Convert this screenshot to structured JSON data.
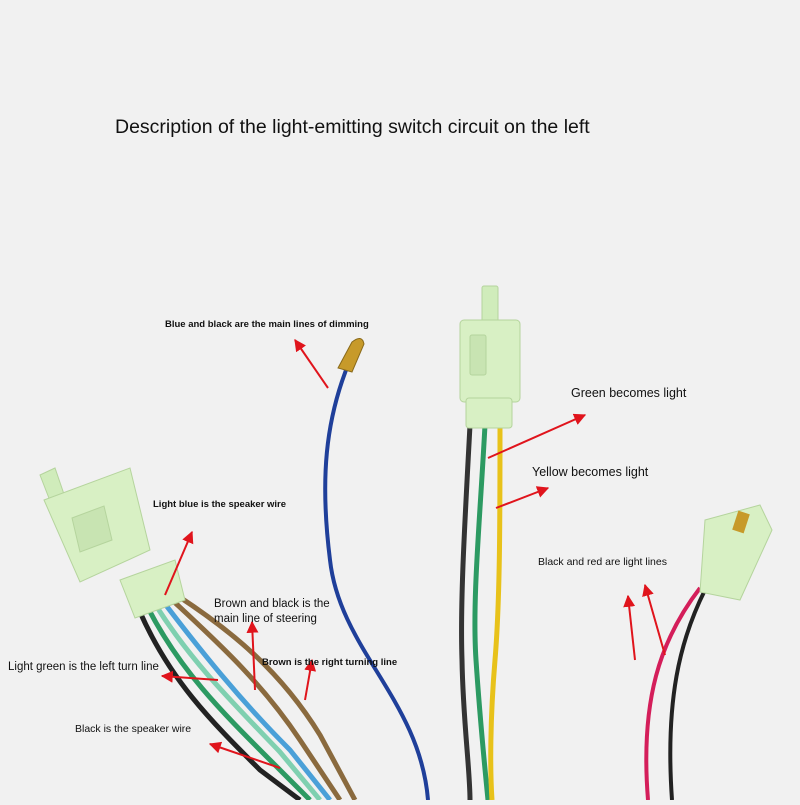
{
  "title": "Description of the light-emitting switch circuit on the left",
  "labels": {
    "dimming": "Blue and black are the main lines of dimming",
    "green_light": "Green becomes light",
    "yellow_light": "Yellow becomes light",
    "black_red": "Black and red are light lines",
    "light_blue": "Light blue is the speaker wire",
    "brown_black_1": "Brown and black is the",
    "brown_black_2": "main line of steering",
    "brown_right": "Brown is the right turning line",
    "light_green": "Light green is the left turn line",
    "black_speaker": "Black is the speaker wire"
  },
  "colors": {
    "background": "#f1f1f1",
    "connector": "#d8f0c4",
    "arrow": "#e0141c",
    "blue_wire": "#1f3f9a",
    "green_wire": "#2c9a62",
    "yellow_wire": "#e8c21a",
    "brown_wire": "#8a6a3e",
    "light_blue_wire": "#4aa0d8",
    "light_green_wire": "#7fd0b0",
    "black_wire": "#222222",
    "red_wire": "#d41e5a"
  }
}
